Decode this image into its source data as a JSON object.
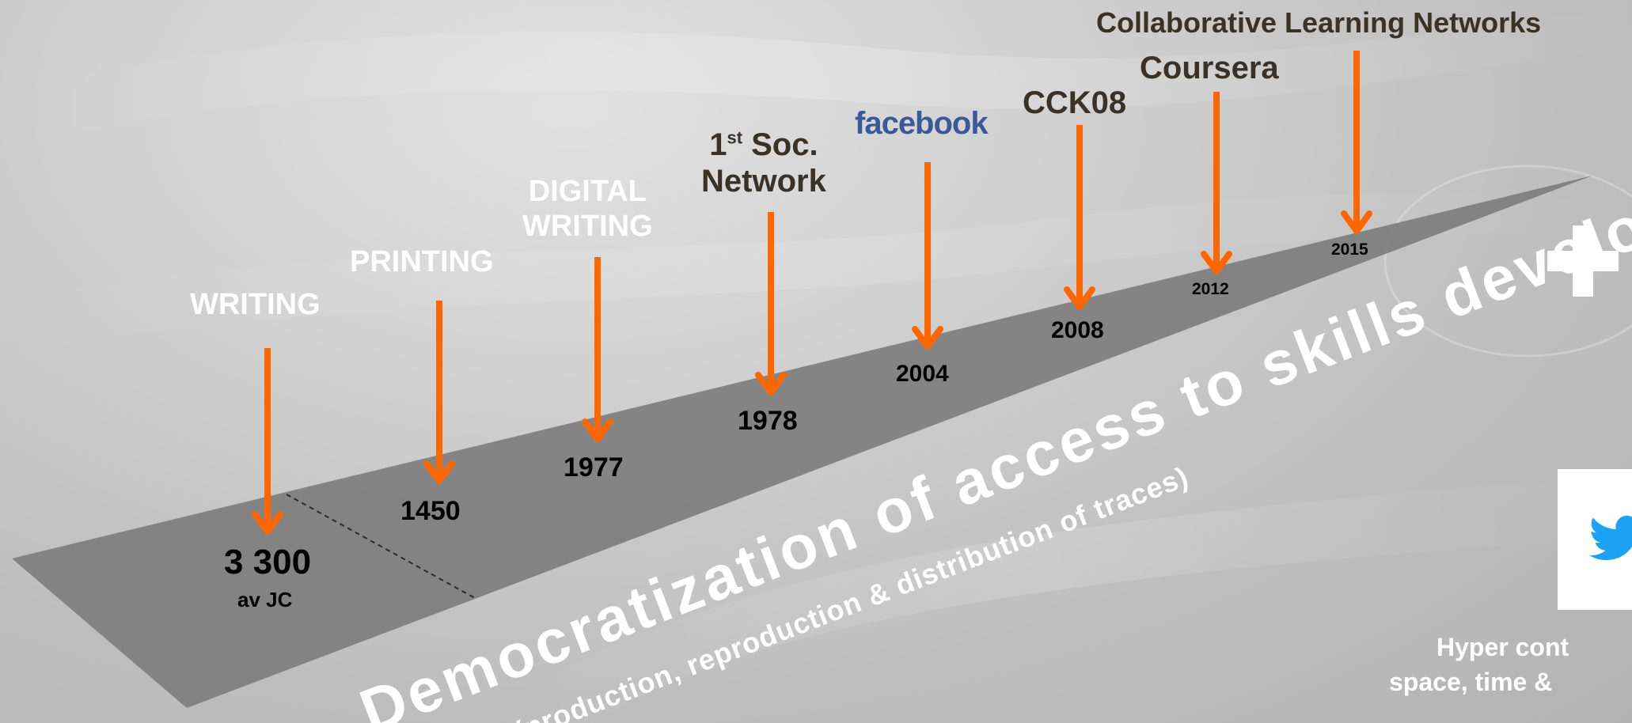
{
  "colors": {
    "arrow": "#ff6600",
    "ribbon": "#7f7f7f",
    "background": "#c6c6c6",
    "event_dark_text": "#3a3127",
    "facebook_blue": "#3b5998",
    "twitter_blue": "#1da1f2"
  },
  "timeline": {
    "events": [
      {
        "label": "WRITING",
        "year": "3 300",
        "year_note": "av JC"
      },
      {
        "label": "PRINTING",
        "year": "1450"
      },
      {
        "label_line1": "DIGITAL",
        "label_line2": "WRITING",
        "year": "1977"
      },
      {
        "label_sup_number": "1",
        "label_sup": "st",
        "label_line1_rest": " Soc.",
        "label_line2": "Network",
        "year": "1978"
      },
      {
        "logo_text": "facebook",
        "year": "2004"
      },
      {
        "label": "CCK08",
        "year": "2008"
      },
      {
        "label": "Coursera",
        "year": "2012"
      },
      {
        "label": "Collaborative Learning Networks",
        "year": "2015"
      }
    ]
  },
  "tagline": {
    "main": "Democratization of access to skills development",
    "sub": "(production, reproduction & distribution of traces)"
  },
  "side": {
    "plus_icon": "plus-icon",
    "twitter_icon": "twitter-bird-icon",
    "hyper_line1": "Hyper cont",
    "hyper_line2": "space, time &"
  }
}
